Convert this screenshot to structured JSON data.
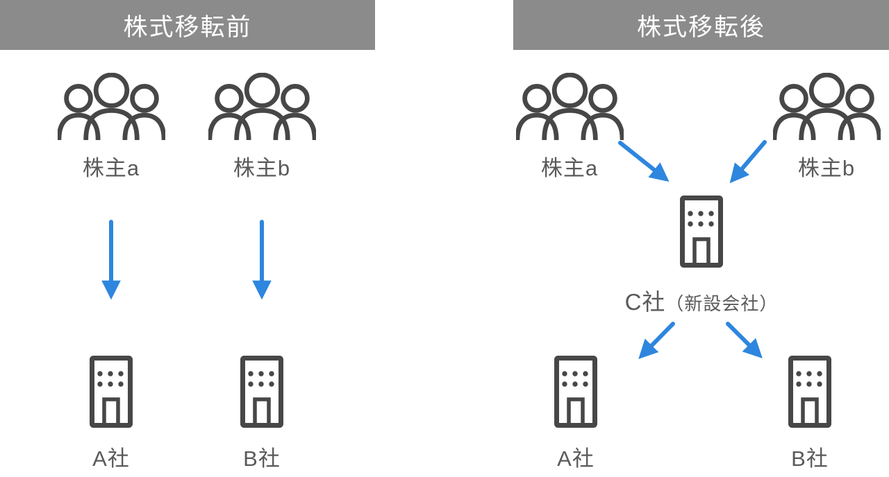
{
  "diagram_title": "株式移転 before/after diagram",
  "colors": {
    "header_bg": "#8b8b8b",
    "header_text": "#ffffff",
    "icon": "#474747",
    "label": "#5a5a5a",
    "arrow": "#2e86de"
  },
  "icons": {
    "shareholder": "people-group-icon",
    "company": "office-building-icon",
    "transfer": "blue-arrow-icon"
  },
  "panels": {
    "before": {
      "header": "株式移転前",
      "shareholder_a": "株主a",
      "shareholder_b": "株主b",
      "company_a": "A社",
      "company_b": "B社"
    },
    "after": {
      "header": "株式移転後",
      "shareholder_a": "株主a",
      "shareholder_b": "株主b",
      "company_c_name": "C社",
      "company_c_note": "（新設会社）",
      "company_a": "A社",
      "company_b": "B社"
    }
  },
  "connections": {
    "before": [
      {
        "from": "株主a",
        "to": "A社"
      },
      {
        "from": "株主b",
        "to": "B社"
      }
    ],
    "after": [
      {
        "from": "株主a",
        "to": "C社"
      },
      {
        "from": "株主b",
        "to": "C社"
      },
      {
        "from": "C社",
        "to": "A社"
      },
      {
        "from": "C社",
        "to": "B社"
      }
    ]
  }
}
